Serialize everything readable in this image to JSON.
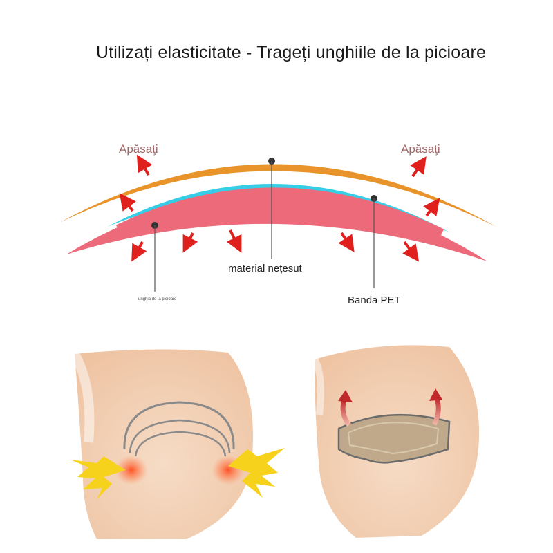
{
  "title": "Utilizați elasticitate - Trageți unghiile de la picioare",
  "diagram": {
    "press_left": "Apăsaţi",
    "press_right": "Apăsaţi",
    "nonwoven_label": "material nețesut",
    "pet_label": "Banda PET",
    "nail_label": "unghia de la picioare"
  },
  "colors": {
    "orange_band": "#e8942a",
    "blue_layer": "#36cde6",
    "pink_nail": "#ec6a7a",
    "arrow_red": "#e0201c",
    "skin": "#f2d2b6",
    "patch": "#bfa98a",
    "lightning": "#f6d21c"
  },
  "icons": [
    "red-arrow-icon",
    "lightning-icon",
    "curved-arrow-icon"
  ]
}
